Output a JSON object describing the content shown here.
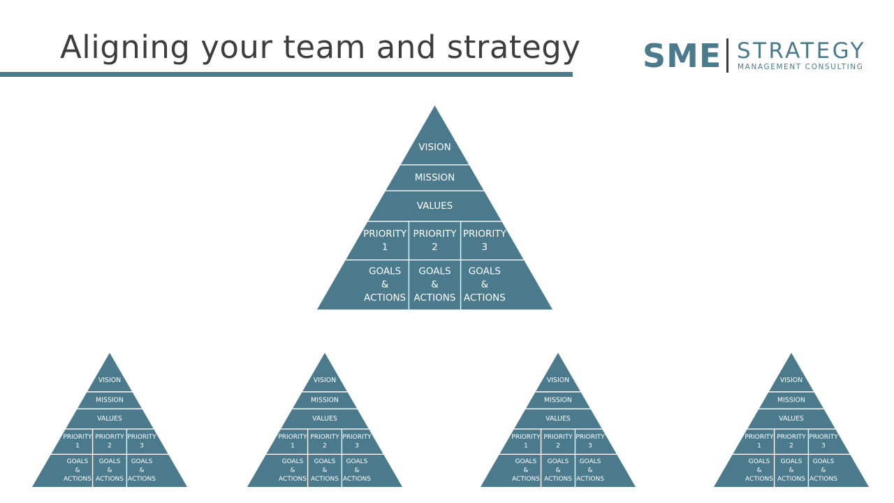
{
  "slide": {
    "title": "Aligning your team and strategy"
  },
  "logo": {
    "primary": "SME",
    "secondary": "STRATEGY",
    "tagline": "MANAGEMENT CONSULTING"
  },
  "pyramid": {
    "levels": [
      "VISION",
      "MISSION",
      "VALUES"
    ],
    "priorities": [
      {
        "top": "PRIORITY",
        "num": "1"
      },
      {
        "top": "PRIORITY",
        "num": "2"
      },
      {
        "top": "PRIORITY",
        "num": "3"
      }
    ],
    "goals": [
      [
        "GOALS",
        "&",
        "ACTIONS"
      ],
      [
        "GOALS",
        "&",
        "ACTIONS"
      ],
      [
        "GOALS",
        "&",
        "ACTIONS"
      ]
    ]
  },
  "colors": {
    "brand": "#4a7a8c",
    "title_text": "#3d3d3d"
  }
}
